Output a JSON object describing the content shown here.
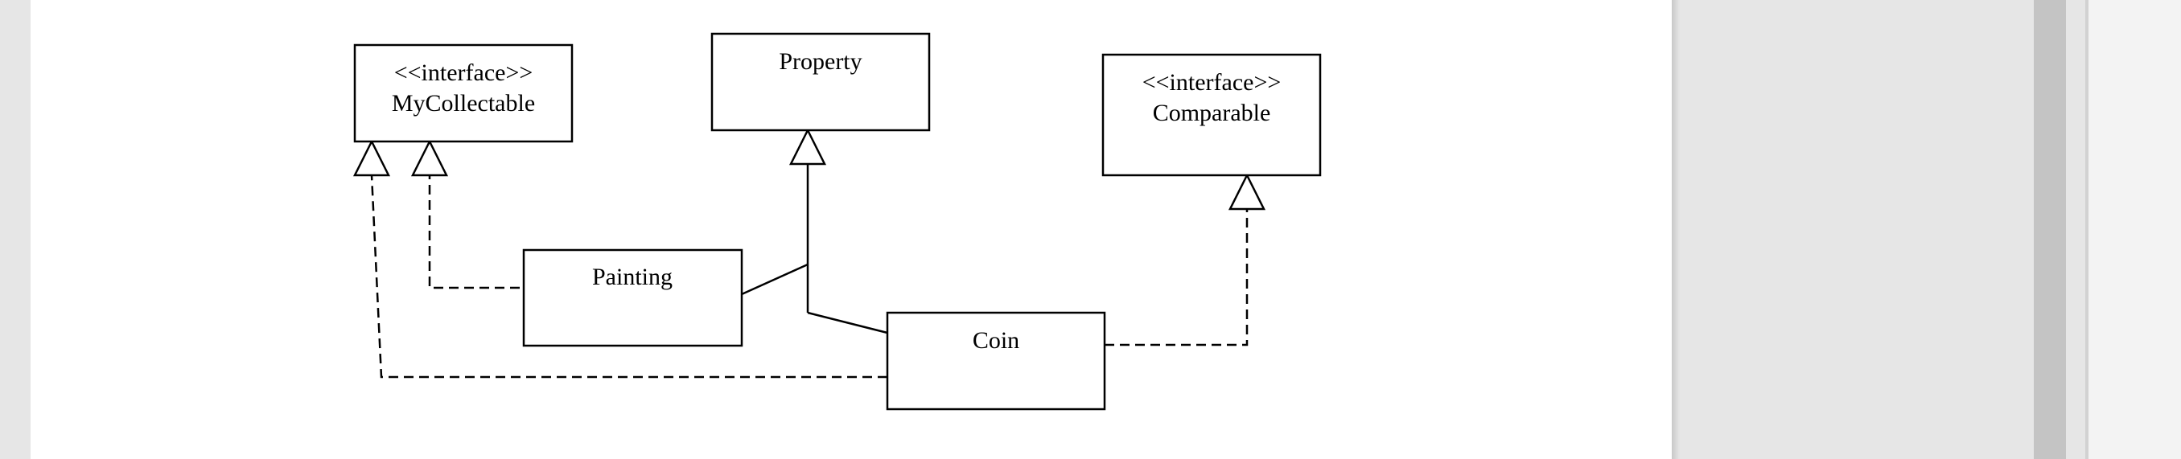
{
  "diagram": {
    "classes": [
      {
        "id": "mycollectable",
        "stereotype": "<<interface>>",
        "name": "MyCollectable"
      },
      {
        "id": "property",
        "stereotype": "",
        "name": "Property"
      },
      {
        "id": "comparable",
        "stereotype": "<<interface>>",
        "name": "Comparable"
      },
      {
        "id": "painting",
        "stereotype": "",
        "name": "Painting"
      },
      {
        "id": "coin",
        "stereotype": "",
        "name": "Coin"
      }
    ],
    "relations": [
      {
        "from": "painting",
        "to": "mycollectable",
        "kind": "realization"
      },
      {
        "from": "coin",
        "to": "mycollectable",
        "kind": "realization"
      },
      {
        "from": "painting",
        "to": "property",
        "kind": "generalization"
      },
      {
        "from": "coin",
        "to": "property",
        "kind": "generalization"
      },
      {
        "from": "coin",
        "to": "comparable",
        "kind": "realization"
      }
    ]
  }
}
